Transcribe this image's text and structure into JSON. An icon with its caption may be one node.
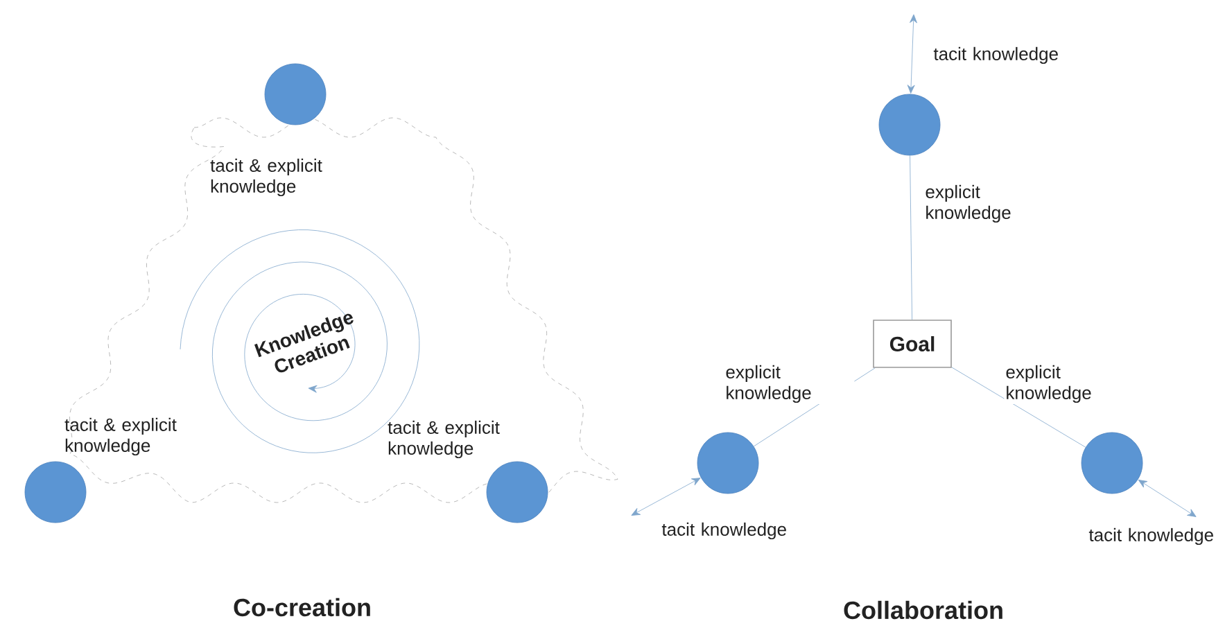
{
  "diagram": {
    "nodes": [
      {
        "text": [],
        "shape": "circle"
      },
      {
        "text": [],
        "shape": "circle"
      },
      {
        "text": [],
        "shape": "circle"
      },
      {
        "text": [],
        "shape": "circle"
      },
      {
        "text": [
          "Goal"
        ]
      },
      {
        "text": [],
        "shape": "circle"
      },
      {
        "text": [],
        "shape": "circle"
      }
    ],
    "edges": [
      {
        "from": 4,
        "to": 3,
        "arrow": "none",
        "label": "explicit knowledge"
      },
      {
        "from": 4,
        "to": 5,
        "arrow": "none",
        "label": "explicit knowledge"
      },
      {
        "from": 4,
        "to": 6,
        "arrow": "none",
        "label": "explicit knowledge"
      },
      {
        "from": null,
        "to": 3,
        "arrow": "both",
        "label": "tacit knowledge"
      },
      {
        "from": null,
        "to": 5,
        "arrow": "both",
        "label": "tacit knowledge"
      },
      {
        "from": null,
        "to": 6,
        "arrow": "both",
        "label": "tacit knowledge"
      }
    ],
    "labels": [
      "tacit & explicit knowledge",
      "Knowledge Creation",
      "tacit & explicit knowledge",
      "tacit & explicit knowledge",
      "Co-creation",
      "Collaboration"
    ]
  }
}
